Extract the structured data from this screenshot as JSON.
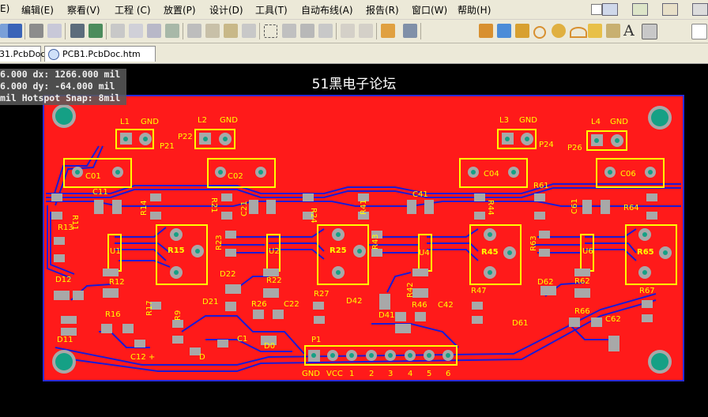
{
  "menu": [
    "E)",
    "编辑(E)",
    "察看(V)",
    "工程 (C)",
    "放置(P)",
    "设计(D)",
    "工具(T)",
    "自动布线(A)",
    "报告(R)",
    "窗口(W)",
    "帮助(H)"
  ],
  "tabs": [
    {
      "label": "31.PcbDoc"
    },
    {
      "label": "PCB1.PcbDoc.htm"
    }
  ],
  "hud": {
    "line1": "6.000   dx:  1266.000  mil",
    "line2": "6.000   dy:   -64.000  mil",
    "line3": "mil Hotspot Snap: 8mil"
  },
  "board": {
    "title": "51黑电子论坛",
    "labels": {
      "L1": "L1",
      "GND_1": "GND",
      "L2": "L2",
      "GND_2": "GND",
      "L3": "L3",
      "GND_3": "GND",
      "L4": "L4",
      "GND_4": "GND",
      "P21": "P21",
      "P22": "P22",
      "P24": "P24",
      "P26": "P26",
      "C01": "C01",
      "C02": "C02",
      "C04": "C04",
      "C06": "C06",
      "C11": "C11",
      "C21": "C21",
      "C41": "C41",
      "C61": "C61",
      "R11": "R11",
      "R13": "R13",
      "R14": "R14",
      "R21": "R21",
      "R24": "R24",
      "R41": "R41",
      "R44": "R44",
      "R61": "R61",
      "R64": "R64",
      "U1": "U1",
      "U2": "U2",
      "U4": "U4",
      "U6": "U6",
      "R15": "R15",
      "R25": "R25",
      "R45": "R45",
      "R65": "R65",
      "R23": "R23",
      "R43": "R43",
      "R63": "R63",
      "D12": "D12",
      "D22": "D22",
      "D42": "D42",
      "D62": "D62",
      "R12": "R12",
      "R22": "R22",
      "R42": "R42",
      "R62": "R62",
      "R17": "R17",
      "R27": "R27",
      "R47": "R47",
      "R67": "R67",
      "D21": "D21",
      "D41": "D41",
      "D61": "D61",
      "D11": "D11",
      "R16": "R16",
      "R26": "R26",
      "R46": "R46",
      "R66": "R66",
      "C22": "C22",
      "C42": "C42",
      "C62": "C62",
      "R9": "R9",
      "C1": "C1",
      "D0": "D0",
      "D": "D",
      "C12": "C12 +",
      "P1": "P1",
      "pins": [
        "GND",
        "VCC",
        "1",
        "2",
        "3",
        "4",
        "5",
        "6"
      ]
    }
  },
  "colors": {
    "board": "#ff1a1a",
    "outline": "#2a2ad6",
    "silk": "#ffff00",
    "trace": "#1a1ad6",
    "pad": "#a8a8a8",
    "hole": "#15a085"
  }
}
